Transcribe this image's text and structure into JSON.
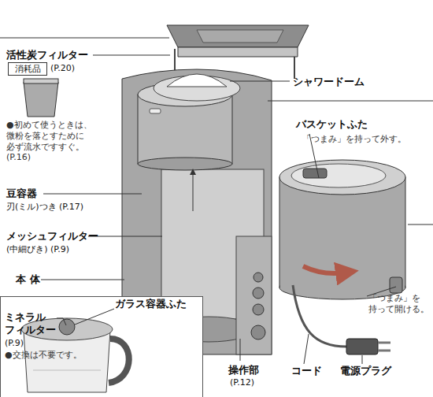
{
  "diagram": {
    "nodes": [
      {
        "text": [
          "消耗品"
        ]
      }
    ],
    "labels": [
      "活性炭フィルター",
      "(P.20)",
      "●初めて使うときは、 微粉を落とすために 必ず流水ですすぐ。 (P.16)",
      "シャワードーム",
      "バスケットふた",
      "「つまみ」を持って外す。",
      "豆容器",
      "刃(ミル)つき (P.17)",
      "メッシュフィルター",
      "(中細びき) (P.9)",
      "本 体",
      "ガラス容器ふた",
      "ミネラル フィルター",
      "(P.9)",
      "●交換は不要です。",
      "「つまみ」を 持って開ける。",
      "操作部",
      "(P.12)",
      "コード",
      "電源プラグ"
    ]
  }
}
